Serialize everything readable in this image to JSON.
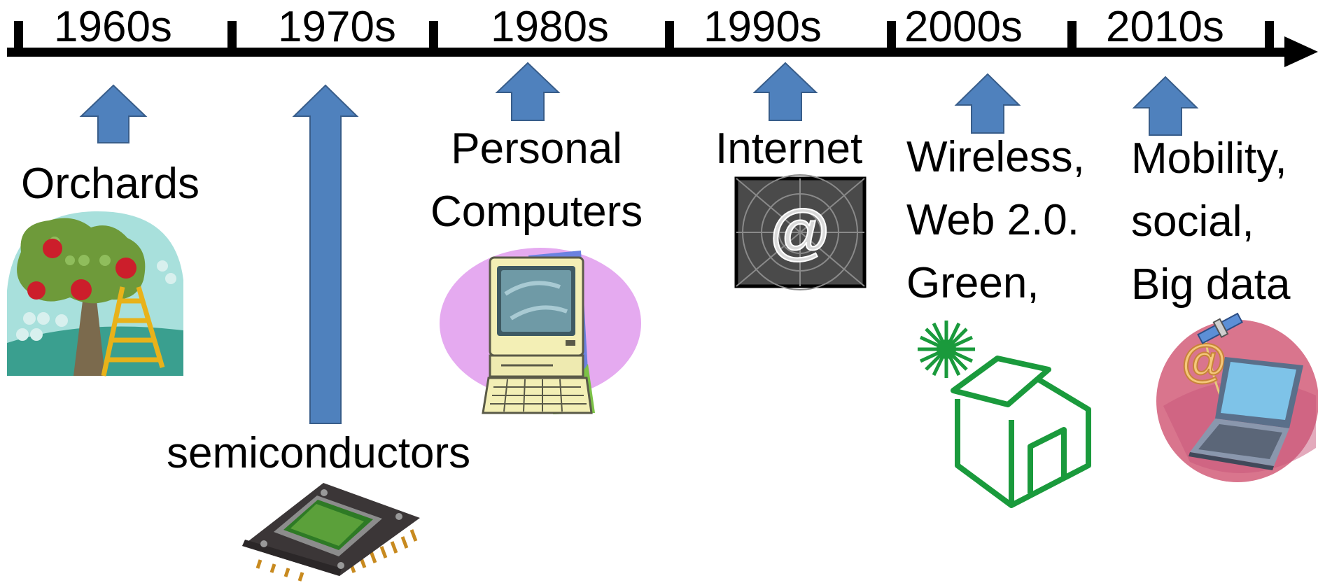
{
  "decades": [
    "1960s",
    "1970s",
    "1980s",
    "1990s",
    "2000s",
    "2010s"
  ],
  "events": {
    "orchards": "Orchards",
    "semiconductors": "semiconductors",
    "personal": [
      "Personal",
      "Computers"
    ],
    "internet": "Internet",
    "wireless": [
      "Wireless,",
      "Web 2.0.",
      "Green,"
    ],
    "mobility": [
      "Mobility,",
      "social,",
      "Big data"
    ]
  },
  "icons": {
    "orchard": "apple-tree-icon",
    "chip": "microchip-icon",
    "computer": "desktop-computer-icon",
    "internet": "at-sign-web-icon",
    "green": "green-house-icon",
    "mobile": "laptop-satellite-icon"
  },
  "colors": {
    "arrow": "#4f81bd",
    "arrow_border": "#385d8a",
    "green": "#1a9a3c"
  }
}
